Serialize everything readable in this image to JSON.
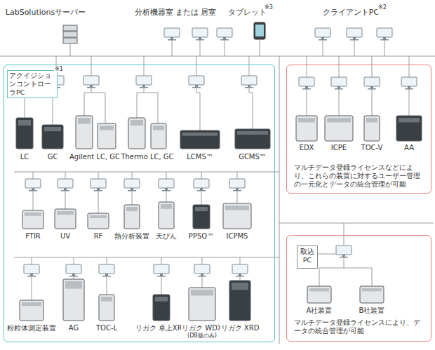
{
  "diagram": {
    "nodes": [
      {
        "text": [
          "アクイジションコントローラPC"
        ]
      },
      {
        "text": [
          "マルチデータ登録ライセンスなどにより、これらの装置に対するユーザー管理の一元化とデータの統合管理が可能"
        ]
      },
      {
        "text": [
          "マルチデータ登録ライセンスにより、データの統合管理が可能"
        ]
      },
      {
        "text": [
          "取込PC"
        ],
        "in": 2
      }
    ],
    "labels": [
      "LabSolutionsサーバー",
      "分析機器室 または 居室",
      "タブレット",
      "※3",
      "クライアントPC",
      "※2",
      "※1",
      "LC",
      "GC",
      "Agilent LC, GC",
      "Thermo LC, GC",
      "LCMS™",
      "GCMS™",
      "EDX",
      "ICPE",
      "TOC-V",
      "AA",
      "FTIR",
      "UV",
      "RF",
      "熱分析装置",
      "天びん",
      "PPSQ™",
      "ICPMS",
      "粉粒体測定装置",
      "AG",
      "TOC-L",
      "リガク 卓上XRD",
      "リガク WDX",
      "(DB版のみ)",
      "リガク XRD",
      "A社装置",
      "B社装置"
    ]
  }
}
